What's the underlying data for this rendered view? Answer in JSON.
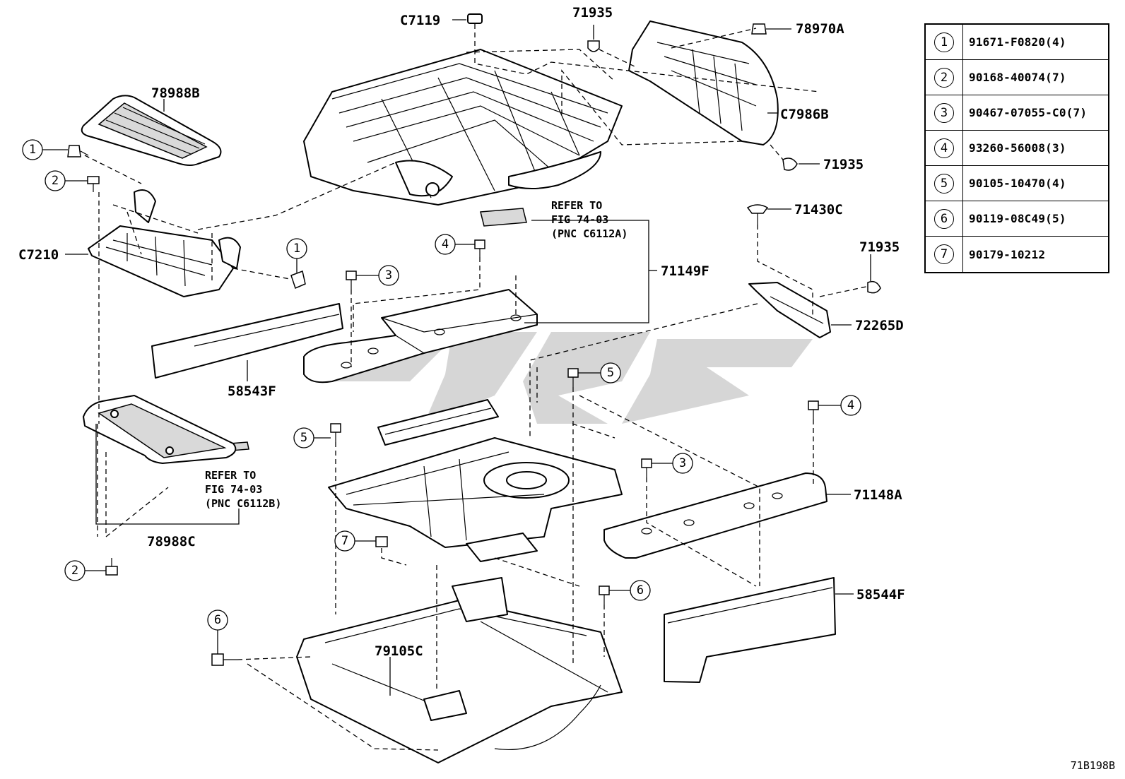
{
  "parts": {
    "c7119": "C7119",
    "p71935_top": "71935",
    "p78970a": "78970A",
    "p78988b": "78988B",
    "c7986b": "C7986B",
    "p71935_right": "71935",
    "c7210": "C7210",
    "p71430c": "71430C",
    "p71935_mid": "71935",
    "p71149f": "71149F",
    "p72265d": "72265D",
    "p58543f": "58543F",
    "p71148a": "71148A",
    "p78988c": "78988C",
    "p58544f": "58544F",
    "p79105c": "79105C"
  },
  "notes": {
    "ref_a": [
      "REFER TO",
      "FIG 74-03",
      "(PNC C6112A)"
    ],
    "ref_b": [
      "REFER TO",
      "FIG 74-03",
      "(PNC C6112B)"
    ]
  },
  "callouts": {
    "c1a": "1",
    "c1b": "1",
    "c2a": "2",
    "c2b": "2",
    "c3a": "3",
    "c3b": "3",
    "c4a": "4",
    "c4b": "4",
    "c5a": "5",
    "c5b": "5",
    "c6a": "6",
    "c6b": "6",
    "c7a": "7"
  },
  "legend": [
    {
      "key": "1",
      "value": "91671-F0820(4)"
    },
    {
      "key": "2",
      "value": "90168-40074(7)"
    },
    {
      "key": "3",
      "value": "90467-07055-C0(7)"
    },
    {
      "key": "4",
      "value": "93260-56008(3)"
    },
    {
      "key": "5",
      "value": "90105-10470(4)"
    },
    {
      "key": "6",
      "value": "90119-08C49(5)"
    },
    {
      "key": "7",
      "value": "90179-10212"
    }
  ],
  "figure_code": "71B198B"
}
